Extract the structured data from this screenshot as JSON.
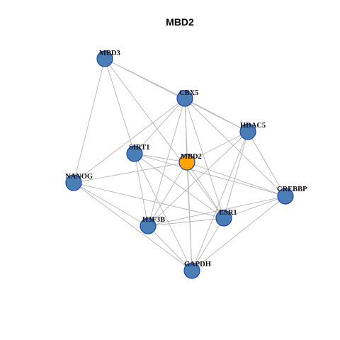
{
  "title": "MBD2",
  "colors": {
    "node_fill": "#4a7fb5",
    "node_stroke": "#1f3fb4",
    "focus_fill": "#ffa500",
    "edge": "#b4b4b4"
  },
  "nodes": [
    {
      "id": "MBD3",
      "label": "MBD3",
      "focus": false
    },
    {
      "id": "CBX5",
      "label": "CBX5",
      "focus": false
    },
    {
      "id": "HDAC5",
      "label": "HDAC5",
      "focus": false
    },
    {
      "id": "SIRT1",
      "label": "SIRT1",
      "focus": false
    },
    {
      "id": "MBD2",
      "label": "MBD2",
      "focus": true
    },
    {
      "id": "NANOG",
      "label": "NANOG",
      "focus": false
    },
    {
      "id": "CREBBP",
      "label": "CREBBP",
      "focus": false
    },
    {
      "id": "ESR1",
      "label": "ESR1",
      "focus": false
    },
    {
      "id": "H3F3B",
      "label": "H3F3B",
      "focus": false
    },
    {
      "id": "GAPDH",
      "label": "GAPDH",
      "focus": false
    }
  ],
  "edges": [
    [
      "MBD3",
      "CBX5"
    ],
    [
      "MBD3",
      "HDAC5"
    ],
    [
      "MBD3",
      "NANOG"
    ],
    [
      "MBD3",
      "SIRT1"
    ],
    [
      "MBD3",
      "ESR1"
    ],
    [
      "CBX5",
      "HDAC5"
    ],
    [
      "CBX5",
      "SIRT1"
    ],
    [
      "CBX5",
      "MBD2"
    ],
    [
      "CBX5",
      "NANOG"
    ],
    [
      "CBX5",
      "CREBBP"
    ],
    [
      "CBX5",
      "ESR1"
    ],
    [
      "CBX5",
      "H3F3B"
    ],
    [
      "CBX5",
      "GAPDH"
    ],
    [
      "HDAC5",
      "MBD2"
    ],
    [
      "HDAC5",
      "CREBBP"
    ],
    [
      "HDAC5",
      "ESR1"
    ],
    [
      "HDAC5",
      "H3F3B"
    ],
    [
      "HDAC5",
      "GAPDH"
    ],
    [
      "SIRT1",
      "MBD2"
    ],
    [
      "SIRT1",
      "CREBBP"
    ],
    [
      "SIRT1",
      "ESR1"
    ],
    [
      "SIRT1",
      "H3F3B"
    ],
    [
      "SIRT1",
      "GAPDH"
    ],
    [
      "MBD2",
      "NANOG"
    ],
    [
      "MBD2",
      "CREBBP"
    ],
    [
      "MBD2",
      "ESR1"
    ],
    [
      "MBD2",
      "H3F3B"
    ],
    [
      "MBD2",
      "GAPDH"
    ],
    [
      "NANOG",
      "ESR1"
    ],
    [
      "NANOG",
      "H3F3B"
    ],
    [
      "NANOG",
      "GAPDH"
    ],
    [
      "CREBBP",
      "ESR1"
    ],
    [
      "CREBBP",
      "H3F3B"
    ],
    [
      "CREBBP",
      "GAPDH"
    ],
    [
      "ESR1",
      "H3F3B"
    ],
    [
      "ESR1",
      "GAPDH"
    ],
    [
      "H3F3B",
      "GAPDH"
    ]
  ]
}
